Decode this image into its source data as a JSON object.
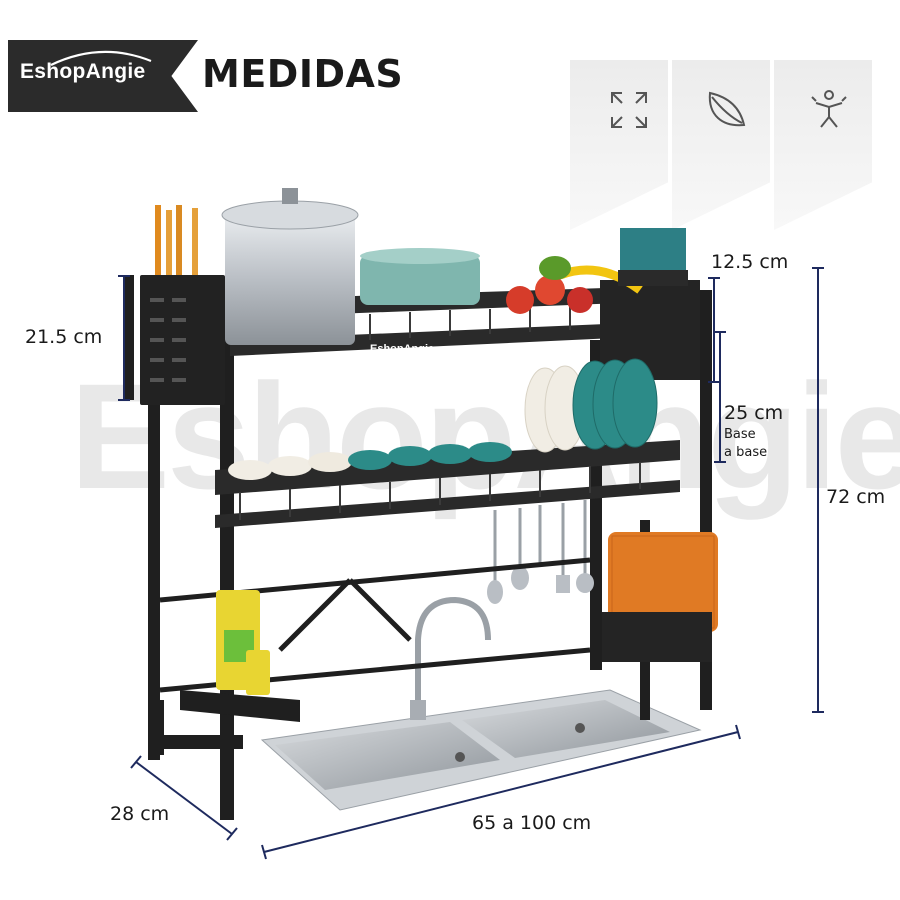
{
  "brand": {
    "name": "EshopAngie"
  },
  "header": {
    "title": "MEDIDAS"
  },
  "watermark": {
    "text": "EshopAngie"
  },
  "shelf_brand": {
    "text": "EshopAngie"
  },
  "feature_icons": [
    "expand-arrows-icon",
    "leaf-icon",
    "drip-dry-icon"
  ],
  "dimensions": {
    "top_shelf_height": "21.5 cm",
    "top_clearance": "12.5 cm",
    "shelf_gap": "25 cm",
    "shelf_gap_note_line1": "Base",
    "shelf_gap_note_line2": "a base",
    "total_height": "72 cm",
    "depth": "28 cm",
    "width_range": "65 a 100 cm"
  },
  "colors": {
    "frame": "#1f1f1f",
    "dimension_line": "#1e2a5e",
    "logo_bg": "#2b2b2b",
    "accent_teal": "#2a8f8a"
  }
}
